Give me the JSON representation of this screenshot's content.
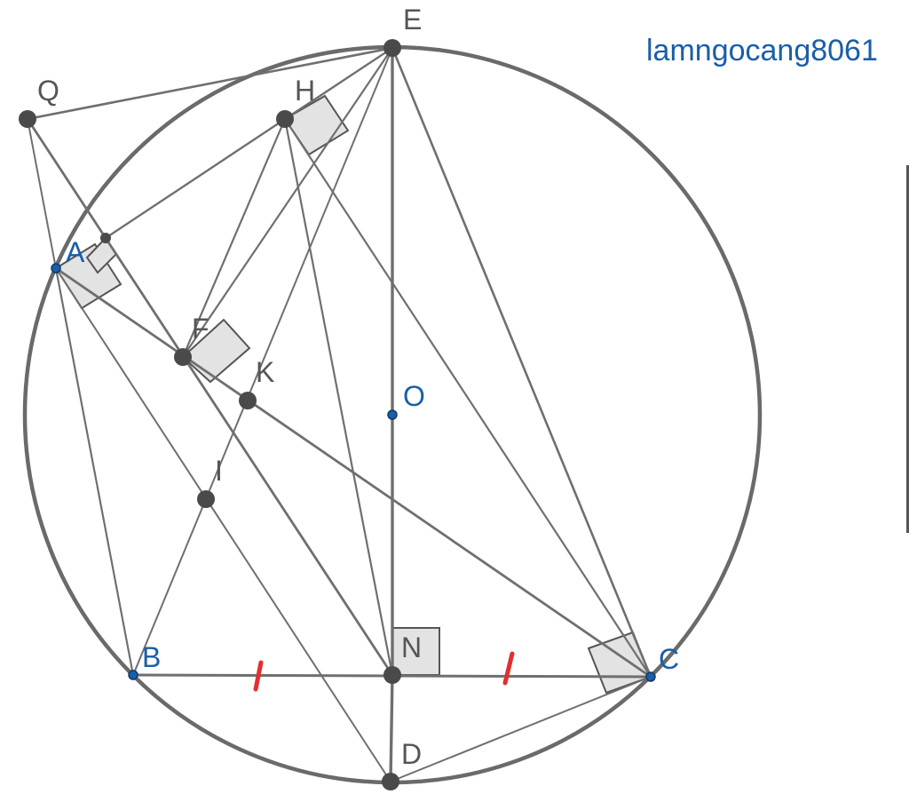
{
  "watermark": "lamngocang8061",
  "colors": {
    "line": "#6f6f6f",
    "circle": "#6a6a6a",
    "point_gray": "#4a4a4a",
    "point_blue": "#1a5ea8",
    "label_gray": "#555555",
    "label_blue": "#1a5ea8",
    "tick_red": "#e03030",
    "right_angle_fill": "#e3e3e3"
  },
  "points": {
    "E": "E",
    "Q": "Q",
    "H": "H",
    "A": "A",
    "F": "F",
    "K": "K",
    "O": "O",
    "I": "I",
    "B": "B",
    "N": "N",
    "C": "C",
    "D": "D"
  }
}
